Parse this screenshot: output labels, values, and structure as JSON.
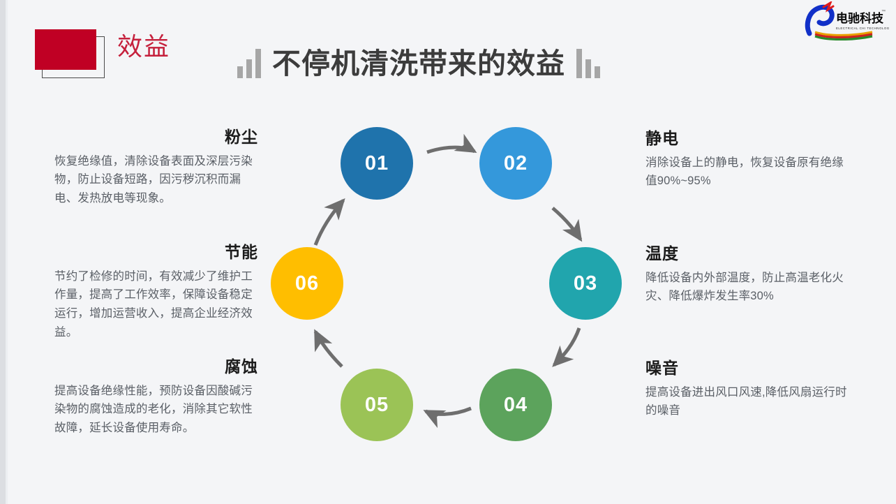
{
  "header": {
    "badge_label": "效益",
    "title": "不停机清洗带来的效益",
    "left_bars_icon": "bar-chart-ascending-icon",
    "right_bars_icon": "bar-chart-descending-icon"
  },
  "logo": {
    "brand_cn": "电驰科技",
    "brand_en": "ELECTRICAL CHI TECHNOLOGY",
    "trademark": "™"
  },
  "cycle": {
    "nodes": [
      {
        "number": "01",
        "color": "#1f73ac"
      },
      {
        "number": "02",
        "color": "#3498db"
      },
      {
        "number": "03",
        "color": "#21a5ad"
      },
      {
        "number": "04",
        "color": "#5ca35c"
      },
      {
        "number": "05",
        "color": "#9bc356"
      },
      {
        "number": "06",
        "color": "#ffbe00"
      }
    ],
    "arrow_color": "#6e6e6e"
  },
  "benefits": {
    "dust": {
      "heading": "粉尘",
      "body": "恢复绝缘值，清除设备表面及深层污染物，防止设备短路，因污秽沉积而漏电、发热放电等现象。"
    },
    "energy": {
      "heading": "节能",
      "body": "节约了检修的时间，有效减少了维护工作量，提高了工作效率，保障设备稳定运行，增加运营收入，提高企业经济效益。"
    },
    "corrosion": {
      "heading": "腐蚀",
      "body": "提高设备绝缘性能，预防设备因酸碱污染物的腐蚀造成的老化，消除其它软性故障，延长设备使用寿命。"
    },
    "static": {
      "heading": "静电",
      "body": "消除设备上的静电，恢复设备原有绝缘值90%~95%"
    },
    "temperature": {
      "heading": "温度",
      "body": "降低设备内外部温度，防止高温老化火灾、降低爆炸发生率30%"
    },
    "noise": {
      "heading": "噪音",
      "body": "提高设备进出风口风速,降低风扇运行时的噪音"
    }
  },
  "colors": {
    "background": "#f4f5f7",
    "badge_red": "#c00024",
    "badge_text_red": "#c5203c",
    "title_gray": "#3c3c3c",
    "body_gray": "#5a5f66"
  }
}
